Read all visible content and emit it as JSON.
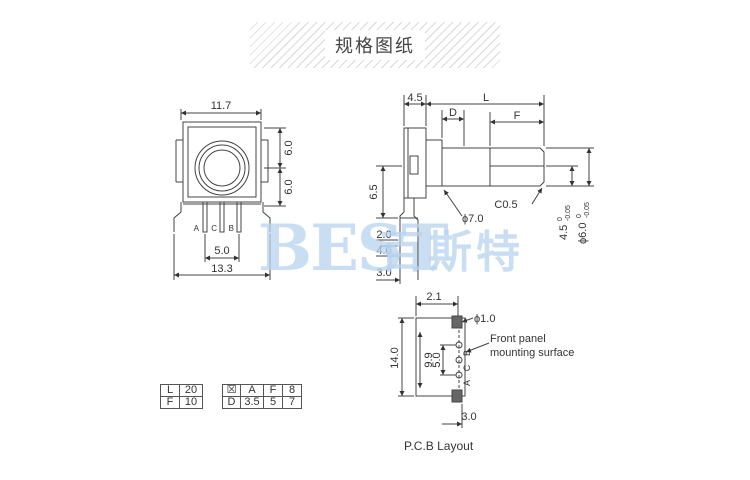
{
  "header": {
    "title": "规格图纸"
  },
  "watermark": {
    "latin": "BEST",
    "chinese": "百斯特"
  },
  "front_view": {
    "width_top": "11.7",
    "height_upper": "6.0",
    "height_lower": "6.0",
    "pin_a": "A",
    "pin_c": "C",
    "pin_b": "B",
    "pin_pitch": "5.0",
    "width_bottom": "13.3"
  },
  "side_view": {
    "dim_front": "4.5",
    "dim_length": "L",
    "dim_d": "D",
    "dim_f": "F",
    "dim_height": "6.5",
    "chamfer": "C0.5",
    "bushing_dia": "ϕ7.0",
    "dim_2": "2.0",
    "dim_4": "4.0",
    "dim_3": "3.0",
    "shaft_flat_base": "4.5",
    "shaft_flat_tol_upper": "0",
    "shaft_flat_tol_lower": "-0.05",
    "shaft_dia_base": "ϕ6.0",
    "shaft_dia_tol_upper": "0",
    "shaft_dia_tol_lower": "-0.05"
  },
  "pcb_layout": {
    "dim_top": "2.1",
    "hole_dia": "ϕ1.0",
    "note_line1": "Front panel",
    "note_line2": "mounting surface",
    "dim_14": "14.0",
    "dim_99": "9.9",
    "dim_5": "5.0",
    "pin_a": "A",
    "pin_c": "C",
    "pin_b": "B",
    "dim_bottom": "3.0",
    "caption": "P.C.B Layout"
  },
  "spec_table_1": [
    [
      "L",
      "20"
    ],
    [
      "F",
      "10"
    ]
  ],
  "spec_table_2": [
    [
      "☒",
      "A",
      "F",
      "8"
    ],
    [
      "D",
      "3.5",
      "5",
      "7"
    ]
  ]
}
